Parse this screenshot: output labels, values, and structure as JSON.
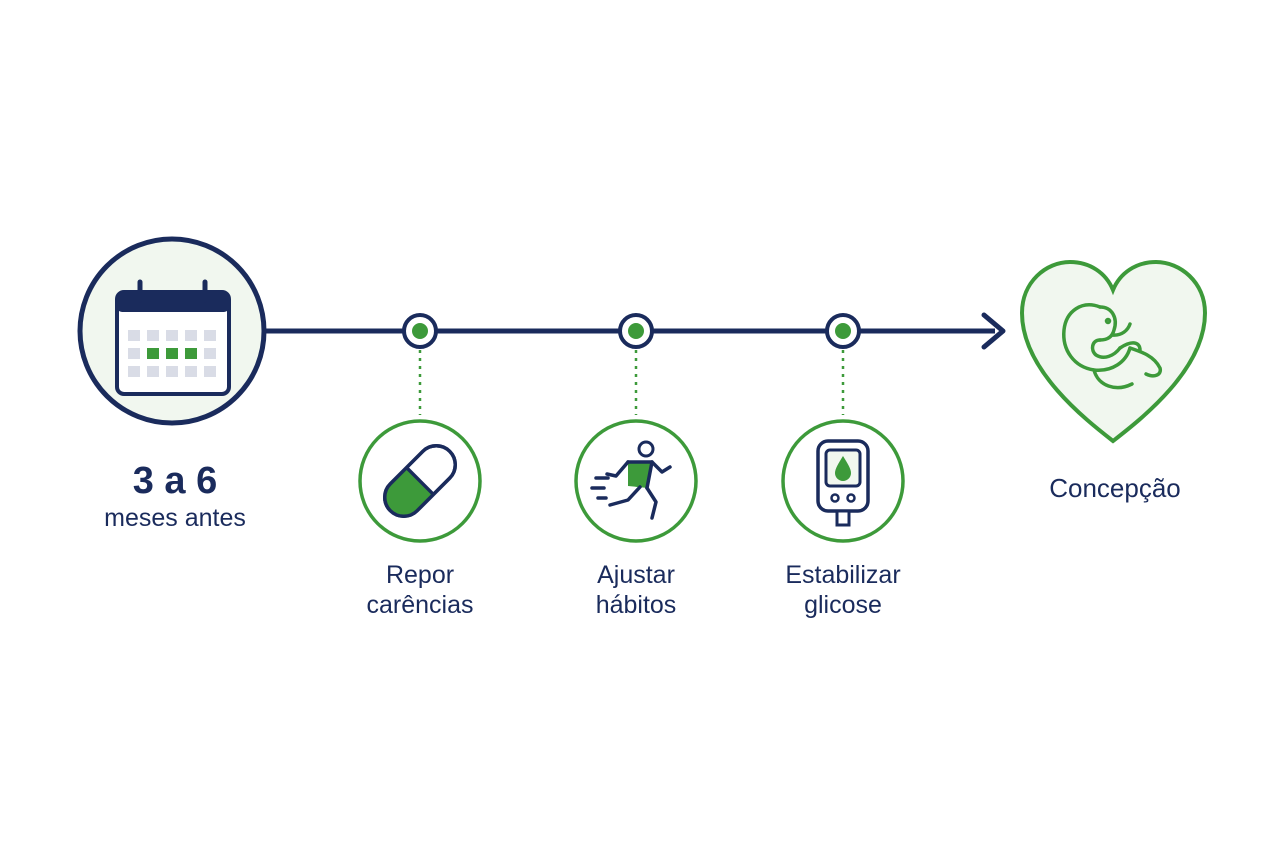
{
  "timeline": {
    "start": {
      "line1": "3 a 6",
      "line2": "meses antes",
      "icon": "calendar-icon"
    },
    "steps": [
      {
        "line1": "Repor",
        "line2": "carências",
        "icon": "capsule-icon"
      },
      {
        "line1": "Ajustar",
        "line2": "hábitos",
        "icon": "running-person-icon"
      },
      {
        "line1": "Estabilizar",
        "line2": "glicose",
        "icon": "glucose-meter-icon"
      }
    ],
    "end": {
      "label": "Concepção",
      "icon": "fetus-in-heart-icon"
    }
  },
  "colors": {
    "navy": "#1a2b5c",
    "green": "#3d9a3a",
    "light_fill": "#f1f7ef",
    "calendar_cell": "#d9dce6"
  }
}
